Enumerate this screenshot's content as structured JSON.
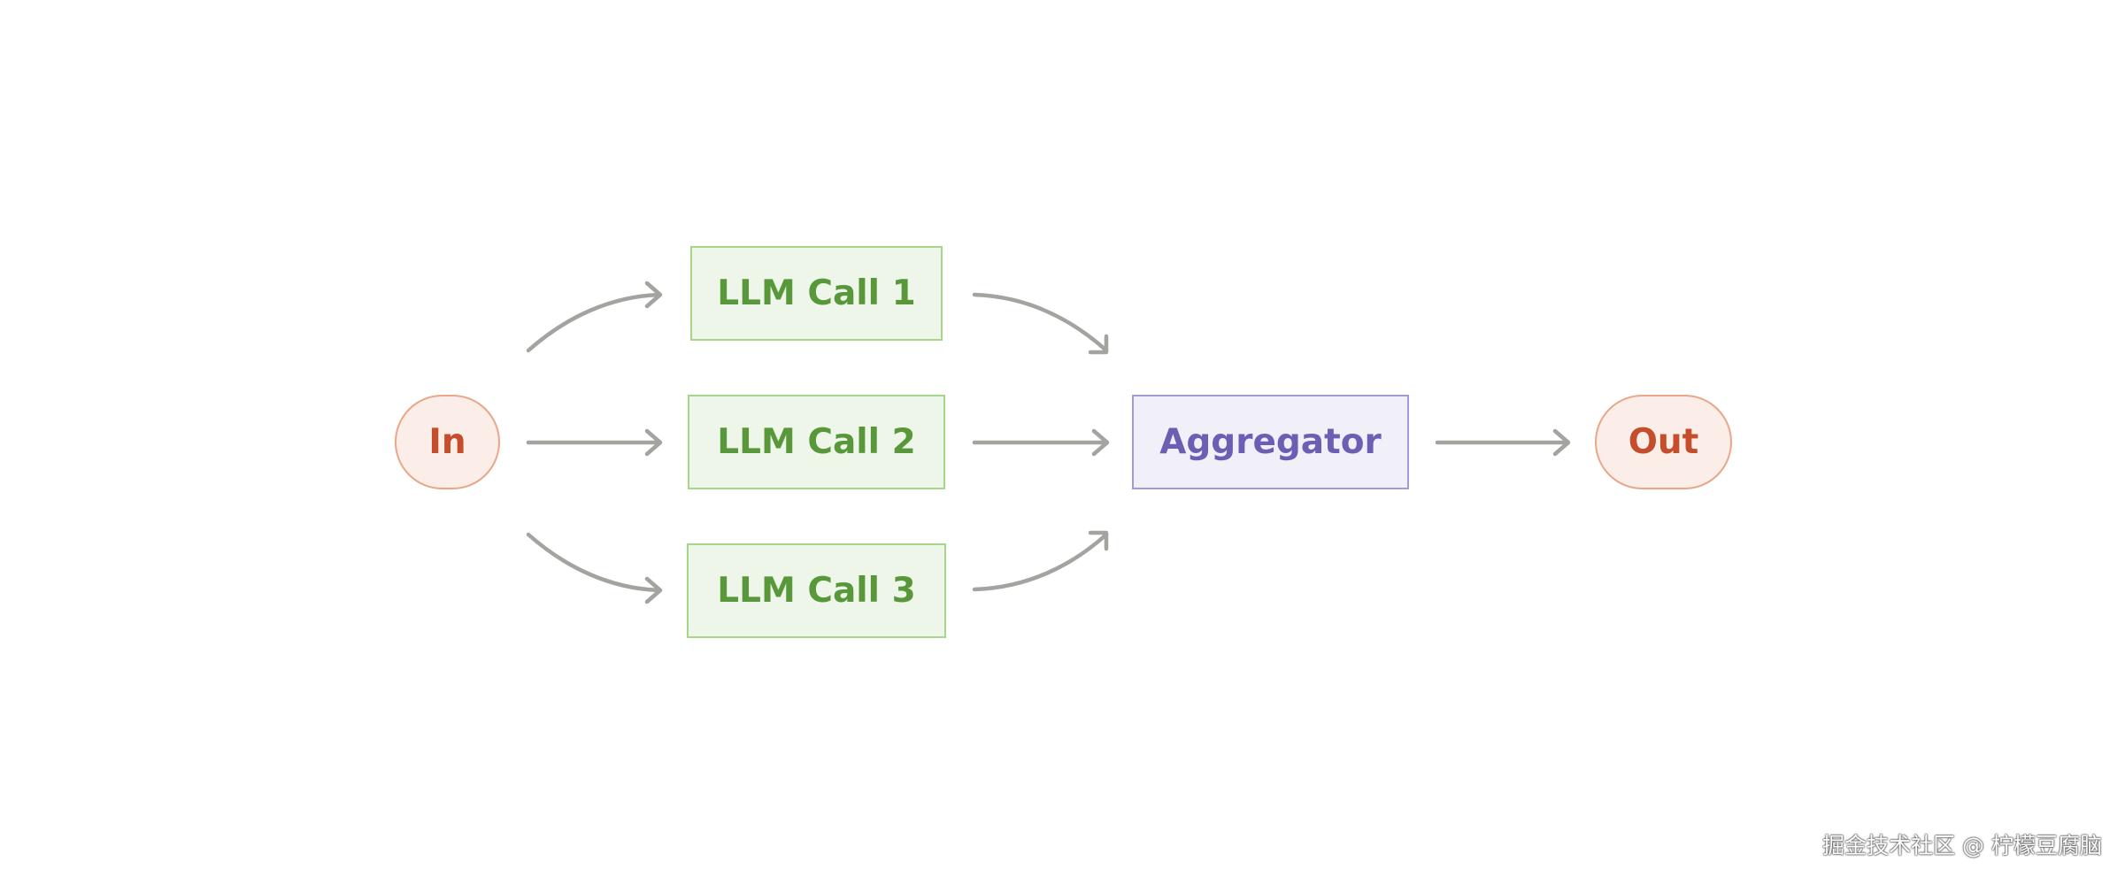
{
  "diagram": {
    "nodes": {
      "in": "In",
      "call1": "LLM Call 1",
      "call2": "LLM Call 2",
      "call3": "LLM Call 3",
      "aggregator": "Aggregator",
      "out": "Out"
    },
    "edges": [
      {
        "from": "In",
        "to": "LLM Call 1"
      },
      {
        "from": "In",
        "to": "LLM Call 2"
      },
      {
        "from": "In",
        "to": "LLM Call 3"
      },
      {
        "from": "LLM Call 1",
        "to": "Aggregator"
      },
      {
        "from": "LLM Call 2",
        "to": "Aggregator"
      },
      {
        "from": "LLM Call 3",
        "to": "Aggregator"
      },
      {
        "from": "Aggregator",
        "to": "Out"
      }
    ]
  },
  "colors": {
    "terminal_fill": "#fbeee9",
    "terminal_border": "#e9a688",
    "terminal_text": "#c54d2c",
    "call_fill": "#eef6e9",
    "call_border": "#a5d68a",
    "call_text": "#58983a",
    "aggregator_fill": "#f1f0f8",
    "aggregator_border": "#a59ad8",
    "aggregator_text": "#6b5eb3",
    "arrow": "#a3a3a0"
  },
  "watermark": "掘金技术社区 @ 柠檬豆腐脑"
}
